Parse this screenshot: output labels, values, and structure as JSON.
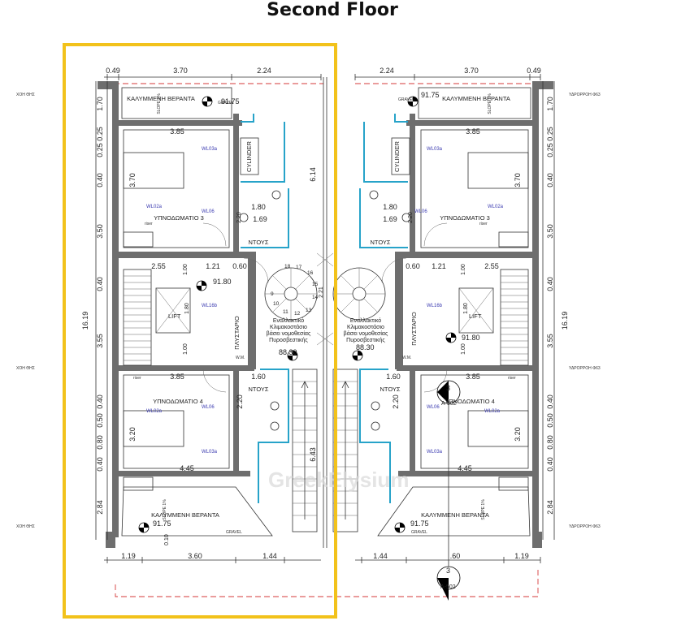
{
  "title": "Second Floor",
  "dims_top": {
    "l1": "0.49",
    "l2": "3.70",
    "l3": "2.24",
    "r1": "2.24",
    "r2": "3.70",
    "r3": "0.49"
  },
  "dims_bottom": {
    "l1": "1.19",
    "l2": "3.60",
    "l3": "1.44",
    "r1": "1.44",
    "r2": ".60",
    "r3": "1.19"
  },
  "dims_left": {
    "a": "1.70",
    "b": "0.25 0.25",
    "c": "0.40",
    "d": "3.70",
    "e": "3.50",
    "f": "0.40",
    "g": "3.55",
    "h": "0.40",
    "i": "0.50",
    "j": "0.80",
    "k": "3.20",
    "l": "0.40",
    "m": "2.84",
    "total": "16.19"
  },
  "dims_right": {
    "a": "1.70",
    "b": "0.25 0.25",
    "c": "0.40",
    "d": "3.70",
    "e": "3.50",
    "f": "0.40",
    "g": "3.55",
    "h": "0.40",
    "i": "0.50",
    "j": "0.80",
    "k": "3.20",
    "l": "0.40",
    "m": "2.84",
    "total": "16.19"
  },
  "inner": {
    "d385": "3.85",
    "d180": "1.80",
    "d169": "1.69",
    "d255": "2.55",
    "d121": "1.21",
    "d060": "0.60",
    "d100": "1.00",
    "d160": "1.60",
    "d220": "2.20",
    "d445": "4.45",
    "d614": "6.14",
    "d643": "6.43",
    "d221": "2.21",
    "d010": "0.10",
    "d020": "2.20"
  },
  "levels": {
    "top": "91.75",
    "stair": "91.80",
    "landing": "88.30",
    "bottom": "91.75"
  },
  "rooms": {
    "veranda": "ΚΑΛΥΜΜΕΝΗ ΒΕΡΑΝΤΑ",
    "bedroom3": "ΥΠΝΟΔΩΜΑΤΙΟ 3",
    "bedroom4": "ΥΠΝΟΔΩΜΑΤΙΟ 4",
    "shower": "ΝΤΟΥΣ",
    "lift": "LIFT",
    "plaster": "ΠΛΥΣΤΑΡΙΟ",
    "cylinder": "CYLINDER",
    "stair_note": [
      "Εναλλακτικό",
      "Κλιμακοστάσιο",
      "βάσει νομοθεσίας",
      "Πυροσβεστικής"
    ],
    "riser": "riser",
    "wm": "W.M.",
    "gravel": "GRAVEL",
    "slope": "SLOPE 1%",
    "drain_l": "ΧΟΗ ΘΗΣ",
    "drain_r": "ΥΔΡΟΡΡΟΗ Φ63"
  },
  "tags": {
    "wl03a": "WL03a",
    "wl02a": "WL02a",
    "wl06": "WL06",
    "wl16b": "WL16b"
  },
  "stair_numbers": [
    "18",
    "17",
    "16",
    "15",
    "14",
    "13",
    "12",
    "11",
    "10",
    "9"
  ],
  "section": {
    "num": "3",
    "ref": "A-502"
  },
  "watermark": "GreekElysium",
  "colors": {
    "highlight": "#f2c21b",
    "wall": "#6e6e6e",
    "water": "#27a3c9",
    "boundary": "#d53a3a",
    "tag": "#3a3ab0"
  }
}
